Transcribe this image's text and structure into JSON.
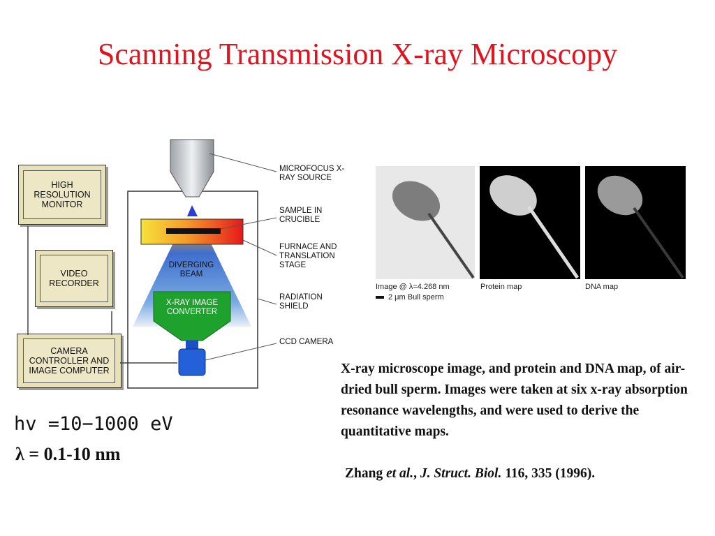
{
  "title": "Scanning Transmission X-ray Microscopy",
  "diagram": {
    "monitor": "HIGH RESOLUTION MONITOR",
    "recorder": "VIDEO RECORDER",
    "computer": "CAMERA CONTROLLER AND IMAGE COMPUTER",
    "labels": {
      "source": "MICROFOCUS X-RAY SOURCE",
      "sample": "SAMPLE IN CRUCIBLE",
      "furnace": "FURNACE  AND TRANSLATION STAGE",
      "shield": "RADIATION SHIELD",
      "ccd": "CCD CAMERA"
    },
    "beam": "DIVERGING BEAM",
    "converter": "X-RAY IMAGE CONVERTER"
  },
  "photos": {
    "cap1": "Image @ λ=4.268 nm",
    "cap1b": "2 μm  Bull sperm",
    "cap2": "Protein map",
    "cap3": "DNA map"
  },
  "description": "X-ray microscope image, and protein and DNA map, of air-dried bull sperm. Images were taken at six x-ray absorption resonance wavelengths, and were used to derive the quantitative maps.",
  "citation": {
    "author": "Zhang ",
    "etal": "et al.",
    "sep": ", ",
    "journal": "J. Struct. Biol.",
    "ref": " 116, 335 (1996)."
  },
  "energy": "hv =10−1000 eV",
  "wavelength": "λ = 0.1-10 nm"
}
